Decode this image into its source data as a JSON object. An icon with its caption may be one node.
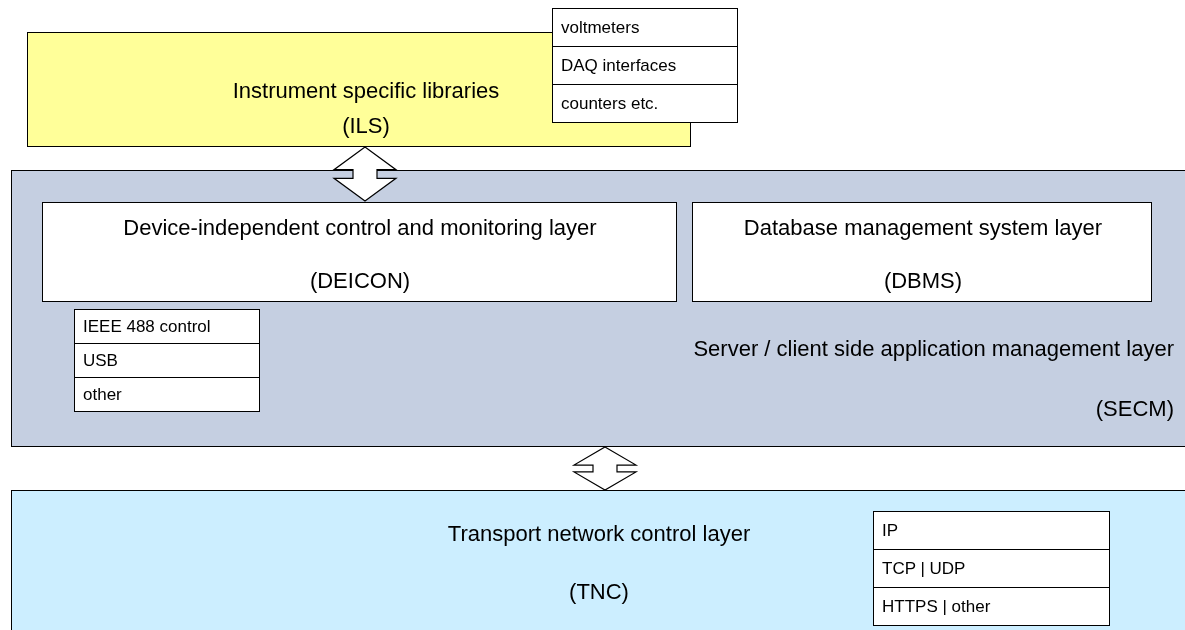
{
  "diagram": {
    "nodes": [
      {
        "text": [
          "Instrument specific libraries",
          "(ILS)"
        ]
      },
      {
        "text": [
          "voltmeters"
        ]
      },
      {
        "text": [
          "DAQ interfaces"
        ]
      },
      {
        "text": [
          "counters etc."
        ]
      },
      {
        "text": [
          "Server / client side application management layer",
          "(SECM)"
        ]
      },
      {
        "text": [
          "Device-independent control and monitoring layer",
          "(DEICON)"
        ],
        "in": 4
      },
      {
        "text": [
          "IEEE 488 control"
        ],
        "in": 4
      },
      {
        "text": [
          "USB"
        ],
        "in": 4
      },
      {
        "text": [
          "other"
        ],
        "in": 4
      },
      {
        "text": [
          "Database management system layer",
          "(DBMS)"
        ],
        "in": 4
      },
      {
        "text": [
          "Transport network control layer",
          "(TNC)"
        ]
      },
      {
        "text": [
          "IP"
        ],
        "in": 10
      },
      {
        "text": [
          "TCP | UDP"
        ],
        "in": 10
      },
      {
        "text": [
          "HTTPS | other"
        ],
        "in": 10
      }
    ],
    "edges": [
      {
        "from": 0,
        "to": 5,
        "arrow": "both"
      },
      {
        "from": 4,
        "to": 10,
        "arrow": "both"
      }
    ]
  }
}
